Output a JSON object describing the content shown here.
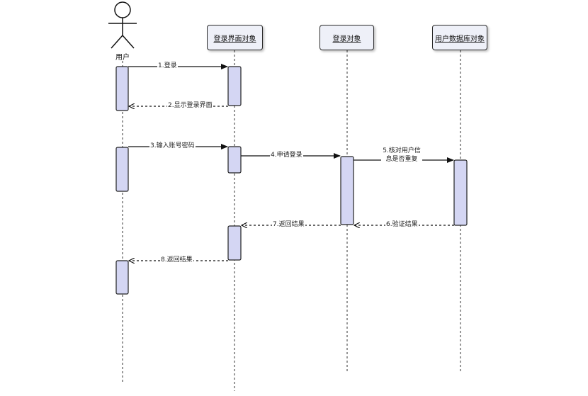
{
  "actor": {
    "label": "用户"
  },
  "objects": [
    {
      "id": "ui",
      "label": "登录界面对象"
    },
    {
      "id": "login",
      "label": "登录对象"
    },
    {
      "id": "db",
      "label": "用户数据库对象"
    }
  ],
  "messages": [
    {
      "id": "m1",
      "label": "1.登录",
      "style": "solid"
    },
    {
      "id": "m2",
      "label": "2.显示登录界面",
      "style": "dashed"
    },
    {
      "id": "m3",
      "label": "3.输入账号密码",
      "style": "solid"
    },
    {
      "id": "m4",
      "label": "4.申请登录",
      "style": "solid"
    },
    {
      "id": "m5",
      "label": "5.核对用户信息是否重复",
      "style": "solid"
    },
    {
      "id": "m6",
      "label": "6.验证结果",
      "style": "dashed"
    },
    {
      "id": "m7",
      "label": "7.返回结果",
      "style": "dashed"
    },
    {
      "id": "m8",
      "label": "8.返回结果",
      "style": "dashed"
    }
  ],
  "colors": {
    "activation_fill": "#d4d6f3",
    "box_fill": "#eef0f8",
    "line": "#222222"
  }
}
